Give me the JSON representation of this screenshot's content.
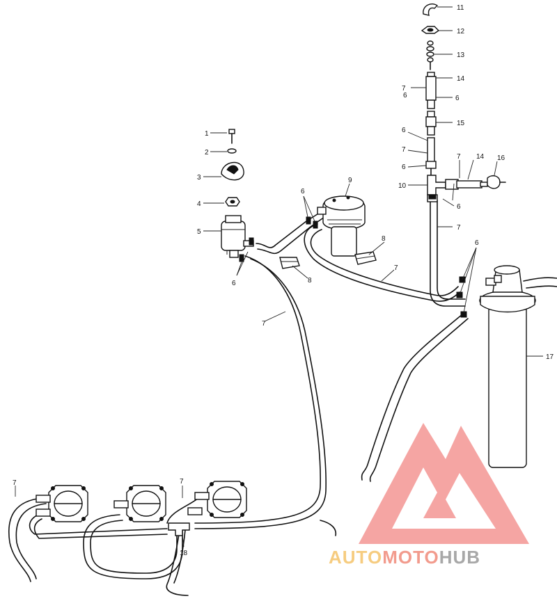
{
  "callouts": [
    {
      "id": "c1",
      "text": "1"
    },
    {
      "id": "c2",
      "text": "2"
    },
    {
      "id": "c3",
      "text": "3"
    },
    {
      "id": "c4",
      "text": "4"
    },
    {
      "id": "c5",
      "text": "5"
    },
    {
      "id": "c6a",
      "text": "6"
    },
    {
      "id": "c6b",
      "text": "6"
    },
    {
      "id": "c6c",
      "text": "6"
    },
    {
      "id": "c6d",
      "text": "6"
    },
    {
      "id": "c6e",
      "text": "6"
    },
    {
      "id": "c6f",
      "text": "6"
    },
    {
      "id": "c6g",
      "text": "6"
    },
    {
      "id": "c6h",
      "text": "6"
    },
    {
      "id": "c7a",
      "text": "7"
    },
    {
      "id": "c7b",
      "text": "7"
    },
    {
      "id": "c7c",
      "text": "7"
    },
    {
      "id": "c7d",
      "text": "7"
    },
    {
      "id": "c7e",
      "text": "7"
    },
    {
      "id": "c7f",
      "text": "7"
    },
    {
      "id": "c7g",
      "text": "7"
    },
    {
      "id": "c7h",
      "text": "7"
    },
    {
      "id": "c8a",
      "text": "8"
    },
    {
      "id": "c8b",
      "text": "8"
    },
    {
      "id": "c9",
      "text": "9"
    },
    {
      "id": "c10",
      "text": "10"
    },
    {
      "id": "c11",
      "text": "11"
    },
    {
      "id": "c12",
      "text": "12"
    },
    {
      "id": "c13",
      "text": "13"
    },
    {
      "id": "c14a",
      "text": "14"
    },
    {
      "id": "c14b",
      "text": "14"
    },
    {
      "id": "c15",
      "text": "15"
    },
    {
      "id": "c16",
      "text": "16"
    },
    {
      "id": "c17",
      "text": "17"
    },
    {
      "id": "c18",
      "text": "18"
    }
  ],
  "watermark": {
    "text_auto": "AUTO",
    "text_moto": "MOTO",
    "text_hub": "HUB",
    "color_auto": "#f5c46a",
    "color_moto": "#f08a7a",
    "color_hub": "#9a9a9a",
    "triangle_color": "#f07a78"
  }
}
